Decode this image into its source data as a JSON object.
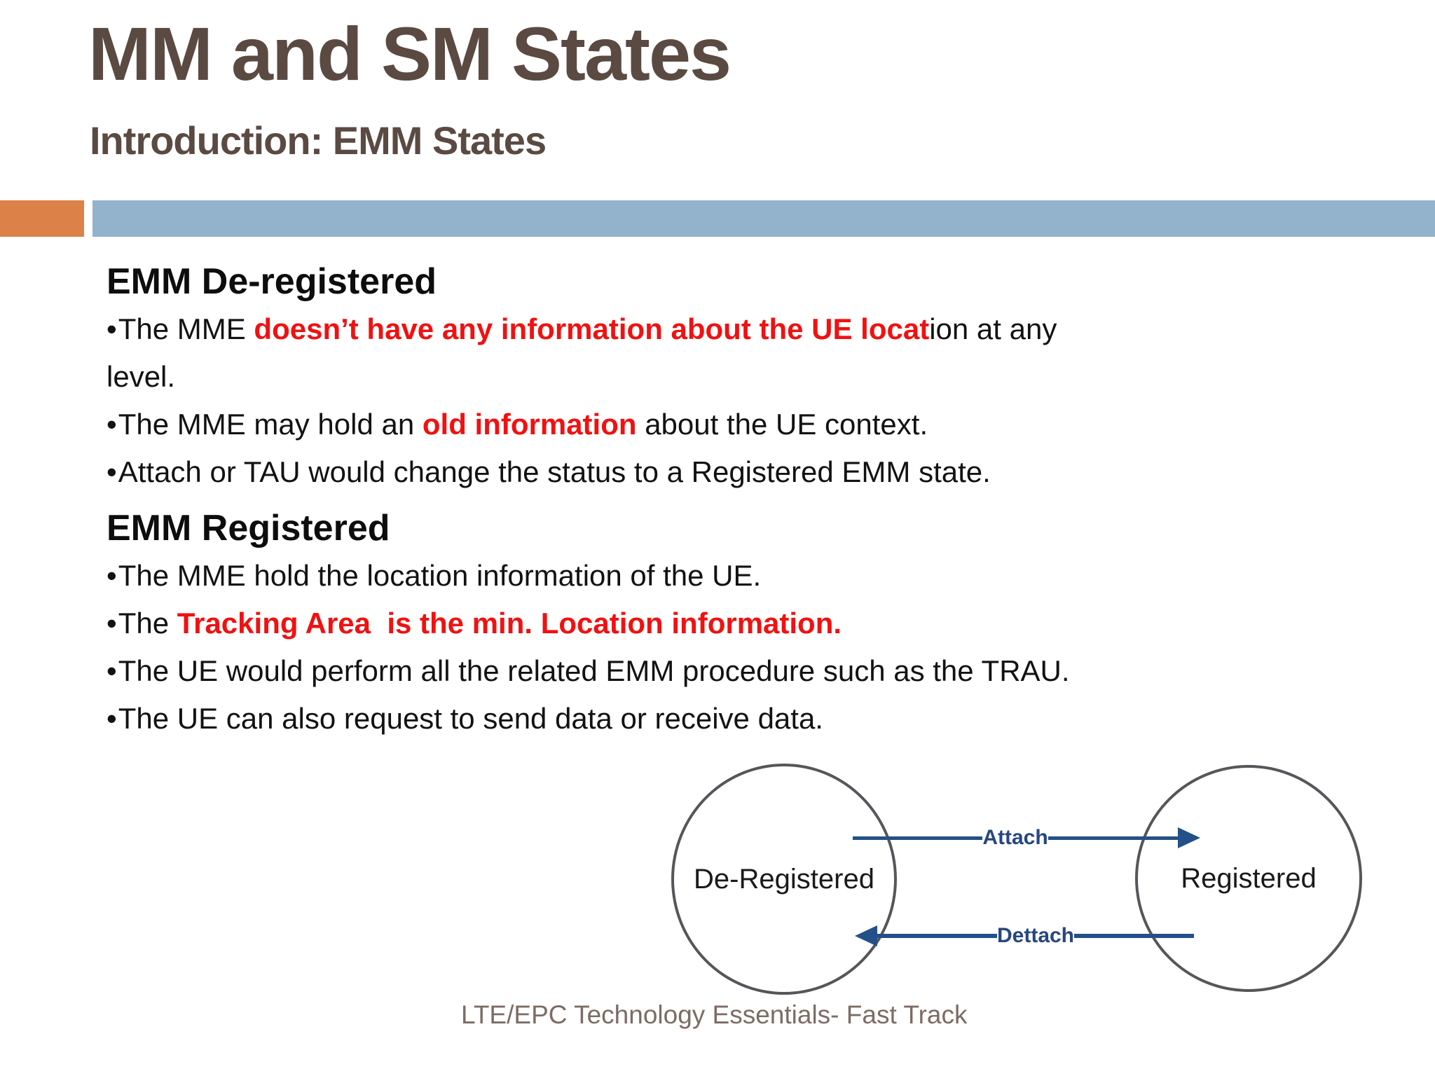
{
  "header": {
    "title": "MM and SM States",
    "subtitle": "Introduction: EMM States"
  },
  "content": {
    "sections": [
      {
        "heading": "EMM De-registered",
        "bullets": [
          [
            {
              "text": "The MME ",
              "style": "normal"
            },
            {
              "text": "doesn’t have any information about the UE locat",
              "style": "red"
            },
            {
              "text": "ion at any\nlevel.",
              "style": "normal"
            }
          ],
          [
            {
              "text": "The MME may hold an ",
              "style": "normal"
            },
            {
              "text": "old information",
              "style": "red"
            },
            {
              "text": " about the UE context.",
              "style": "normal"
            }
          ],
          [
            {
              "text": "Attach or TAU would change the status to a Registered EMM state.",
              "style": "normal"
            }
          ]
        ]
      },
      {
        "heading": "EMM Registered",
        "bullets": [
          [
            {
              "text": "The MME hold the location information of the UE.",
              "style": "normal"
            }
          ],
          [
            {
              "text": "The ",
              "style": "normal"
            },
            {
              "text": "Tracking Area  is the min. Location information.",
              "style": "red"
            }
          ],
          [
            {
              "text": "The UE would perform all the related EMM procedure such as the TRAU.",
              "style": "normal"
            }
          ],
          [
            {
              "text": "The UE can also request to send data or receive data.",
              "style": "normal"
            }
          ]
        ]
      }
    ]
  },
  "diagram": {
    "left_state": "De-Registered",
    "right_state": "Registered",
    "top_arrow_label": "Attach",
    "bottom_arrow_label": "Dettach"
  },
  "footer": {
    "text": "LTE/EPC Technology Essentials- Fast Track"
  },
  "theme": {
    "accent_orange": "#dc8147",
    "accent_blue": "#93b2cb",
    "title_brown": "#5a4a42",
    "body_text_black": "#121212",
    "highlight_red": "#f01111",
    "arrow_blue": "#24508a",
    "circle_outline_gray": "#55565a",
    "footer_gray": "#7c6c64"
  }
}
